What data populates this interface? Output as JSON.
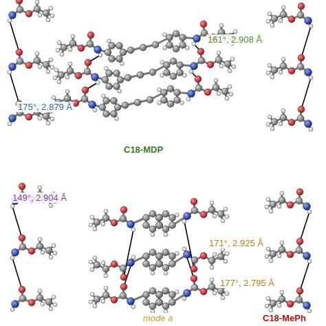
{
  "diagram": {
    "labels": [
      "175°, 2.879 Å",
      "161°, 2.908 Å",
      "C18-MDP",
      "149°, 2.904 Å",
      "171°, 2.925 Å",
      "177°, 2.795 Å",
      "mode a",
      "C18-MePh"
    ]
  }
}
